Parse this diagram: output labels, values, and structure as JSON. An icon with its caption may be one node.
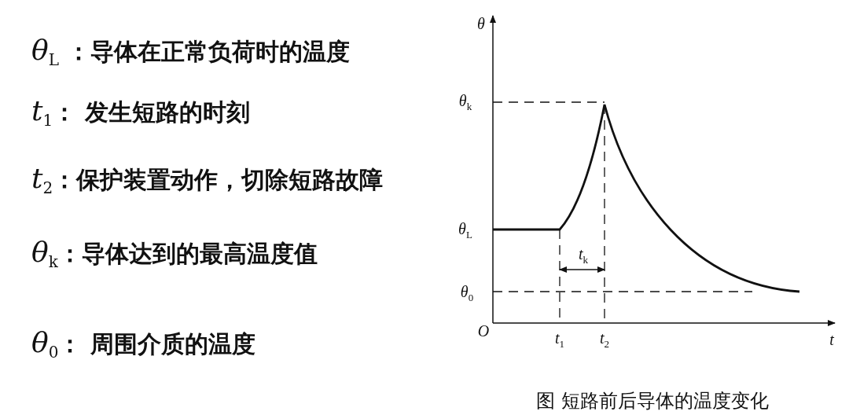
{
  "diagram": {
    "caption": "图 短路前后导体的温度变化",
    "labels": [
      "*θ*$_{L}$ ：导体在正常负荷时的温度",
      "*t*$_{1}$：  发生短路的时刻",
      "*t*$_{2}$：保护装置动作，切除短路故障",
      "*θ*$_{k}$：导体达到的最高温度值",
      "*θ*$_{0}$：  周围介质的温度",
      "θ",
      "θ$_{k}$",
      "θ$_{L}$",
      "t$_{k}$",
      "θ$_{0}$",
      "O",
      "t$_{1}$",
      "t$_{2}$",
      "t"
    ]
  }
}
